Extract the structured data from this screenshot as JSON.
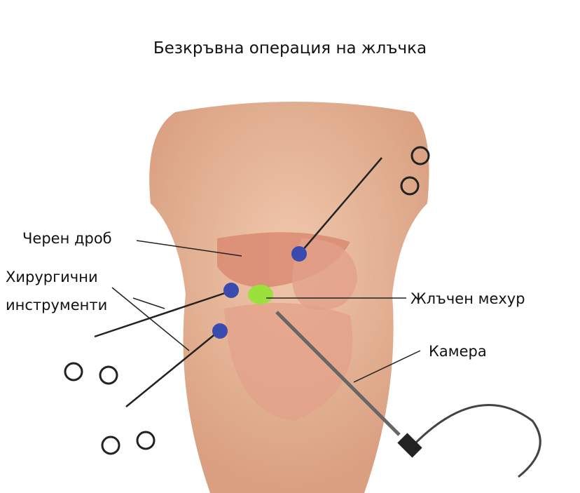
{
  "title": "Безкръвна операция на жлъчка",
  "labels": {
    "liver": "Черен дроб",
    "instruments_line1": "Хирургични",
    "instruments_line2": "инструменти",
    "gallbladder": "Жлъчен мехур",
    "camera": "Камера"
  },
  "colors": {
    "skin": "#e8b89a",
    "liver": "#d98a72",
    "gallbladder": "#9be03c",
    "port": "#3a4bb0"
  }
}
